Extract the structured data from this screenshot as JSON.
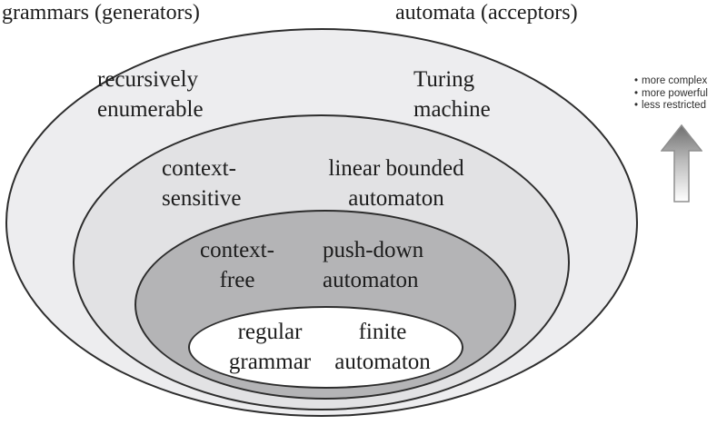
{
  "diagram": {
    "column_headers": {
      "grammars": "grammars (generators)",
      "automata": "automata (acceptors)"
    },
    "rings": [
      {
        "grammar_lines": [
          "recursively",
          "enumerable"
        ],
        "automaton_lines": [
          "Turing",
          "machine"
        ],
        "fill": "#ededef"
      },
      {
        "grammar_lines": [
          "context-",
          "sensitive"
        ],
        "automaton_lines": [
          "linear bounded",
          "automaton"
        ],
        "fill": "#e2e2e4"
      },
      {
        "grammar_lines": [
          "context-",
          "free"
        ],
        "automaton_lines": [
          "push-down",
          "automaton"
        ],
        "fill": "#b4b4b6"
      },
      {
        "grammar_lines": [
          "regular",
          "grammar"
        ],
        "automaton_lines": [
          "finite",
          "automaton"
        ],
        "fill": "#ffffff"
      }
    ],
    "annotation": {
      "bullet": "•",
      "items": [
        "more complex",
        "more powerful",
        "less restricted"
      ]
    },
    "colors": {
      "stroke": "#2d2d2d",
      "text": "#1c1c1c",
      "arrow_dark": "#6e6e6e",
      "arrow_light": "#ffffff"
    }
  }
}
